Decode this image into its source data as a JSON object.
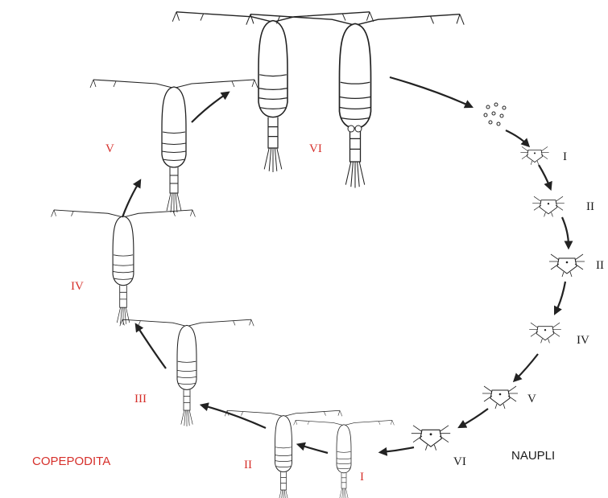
{
  "colors": {
    "copepodite_label": "#d6302b",
    "nauplius_label": "#1a1a1a",
    "ink": "#222222"
  },
  "groups": {
    "copepodita": "COPEPODITA",
    "naupli": "NAUPLI"
  },
  "copepodite_stages": [
    "I",
    "II",
    "III",
    "IV",
    "V",
    "VI"
  ],
  "nauplius_stages": [
    "I",
    "II",
    "II",
    "IV",
    "V",
    "VI"
  ]
}
